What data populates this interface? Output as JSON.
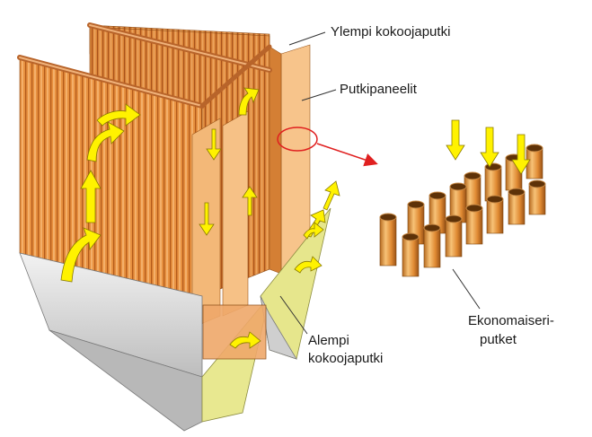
{
  "labels": {
    "upper_header": "Ylempi kokoojaputki",
    "tube_panels": "Putkipaneelit",
    "lower_header_line1": "Alempi",
    "lower_header_line2": "kokoojaputki",
    "economizer_line1": "Ekonomaiseri-",
    "economizer_line2": "putket"
  },
  "colors": {
    "tube_orange": "#e58d3e",
    "tube_light": "#f6bd7c",
    "arrow_yellow": "#fff200",
    "hopper_gray": "#d9d9d9",
    "hopper_yellow": "#e4e48a",
    "detail_circle": "#e02020"
  }
}
